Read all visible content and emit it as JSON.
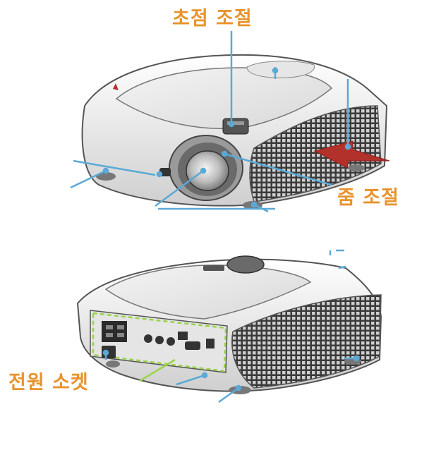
{
  "labels": {
    "focus_adjust": "초점 조절",
    "zoom_adjust": "줌 조절",
    "power_socket": "전원 소켓"
  },
  "colors": {
    "label_text": "#e8932d",
    "callout_line": "#5aa9d6",
    "arrow": "#b2312a",
    "io_panel_outline": "#9bd34a"
  },
  "icons": {
    "airflow_arrow": "arrow-left-icon"
  }
}
